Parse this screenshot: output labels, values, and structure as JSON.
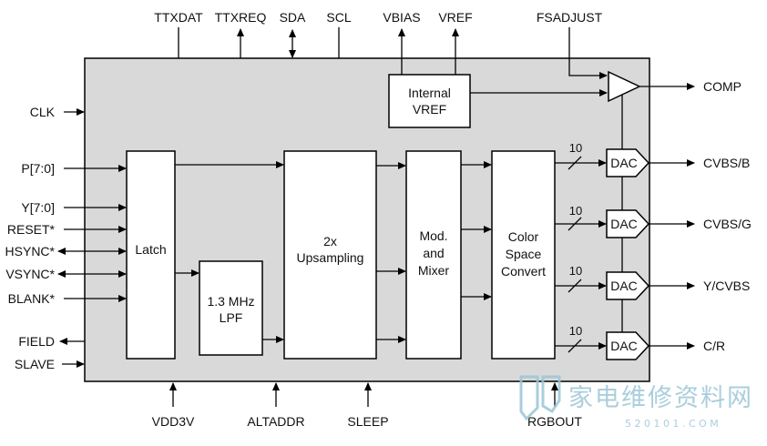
{
  "pins": {
    "top": [
      "TTXDAT",
      "TTXREQ",
      "SDA",
      "SCL",
      "VBIAS",
      "VREF",
      "FSADJUST"
    ],
    "left": [
      "CLK",
      "P[7:0]",
      "Y[7:0]",
      "RESET*",
      "HSYNC*",
      "VSYNC*",
      "BLANK*",
      "FIELD",
      "SLAVE"
    ],
    "right": [
      "COMP",
      "CVBS/B",
      "CVBS/G",
      "Y/CVBS",
      "C/R"
    ],
    "bottom": [
      "VDD3V",
      "ALTADDR",
      "SLEEP",
      "RGBOUT"
    ]
  },
  "blocks": {
    "latch": "Latch",
    "lpf": [
      "1.3 MHz",
      "LPF"
    ],
    "upsampling": [
      "2x",
      "Upsampling"
    ],
    "mixer": [
      "Mod.",
      "and",
      "Mixer"
    ],
    "csc": [
      "Color",
      "Space",
      "Convert"
    ],
    "vref": [
      "Internal",
      "VREF"
    ],
    "dac": "DAC"
  },
  "bus_width": "10",
  "watermark": {
    "cn": "家电维修资料网",
    "url": "5 2 0 1 0 1 . C O M"
  },
  "colors": {
    "chip_fill": "#d9d9d9",
    "watermark": "#9cc6d6"
  }
}
